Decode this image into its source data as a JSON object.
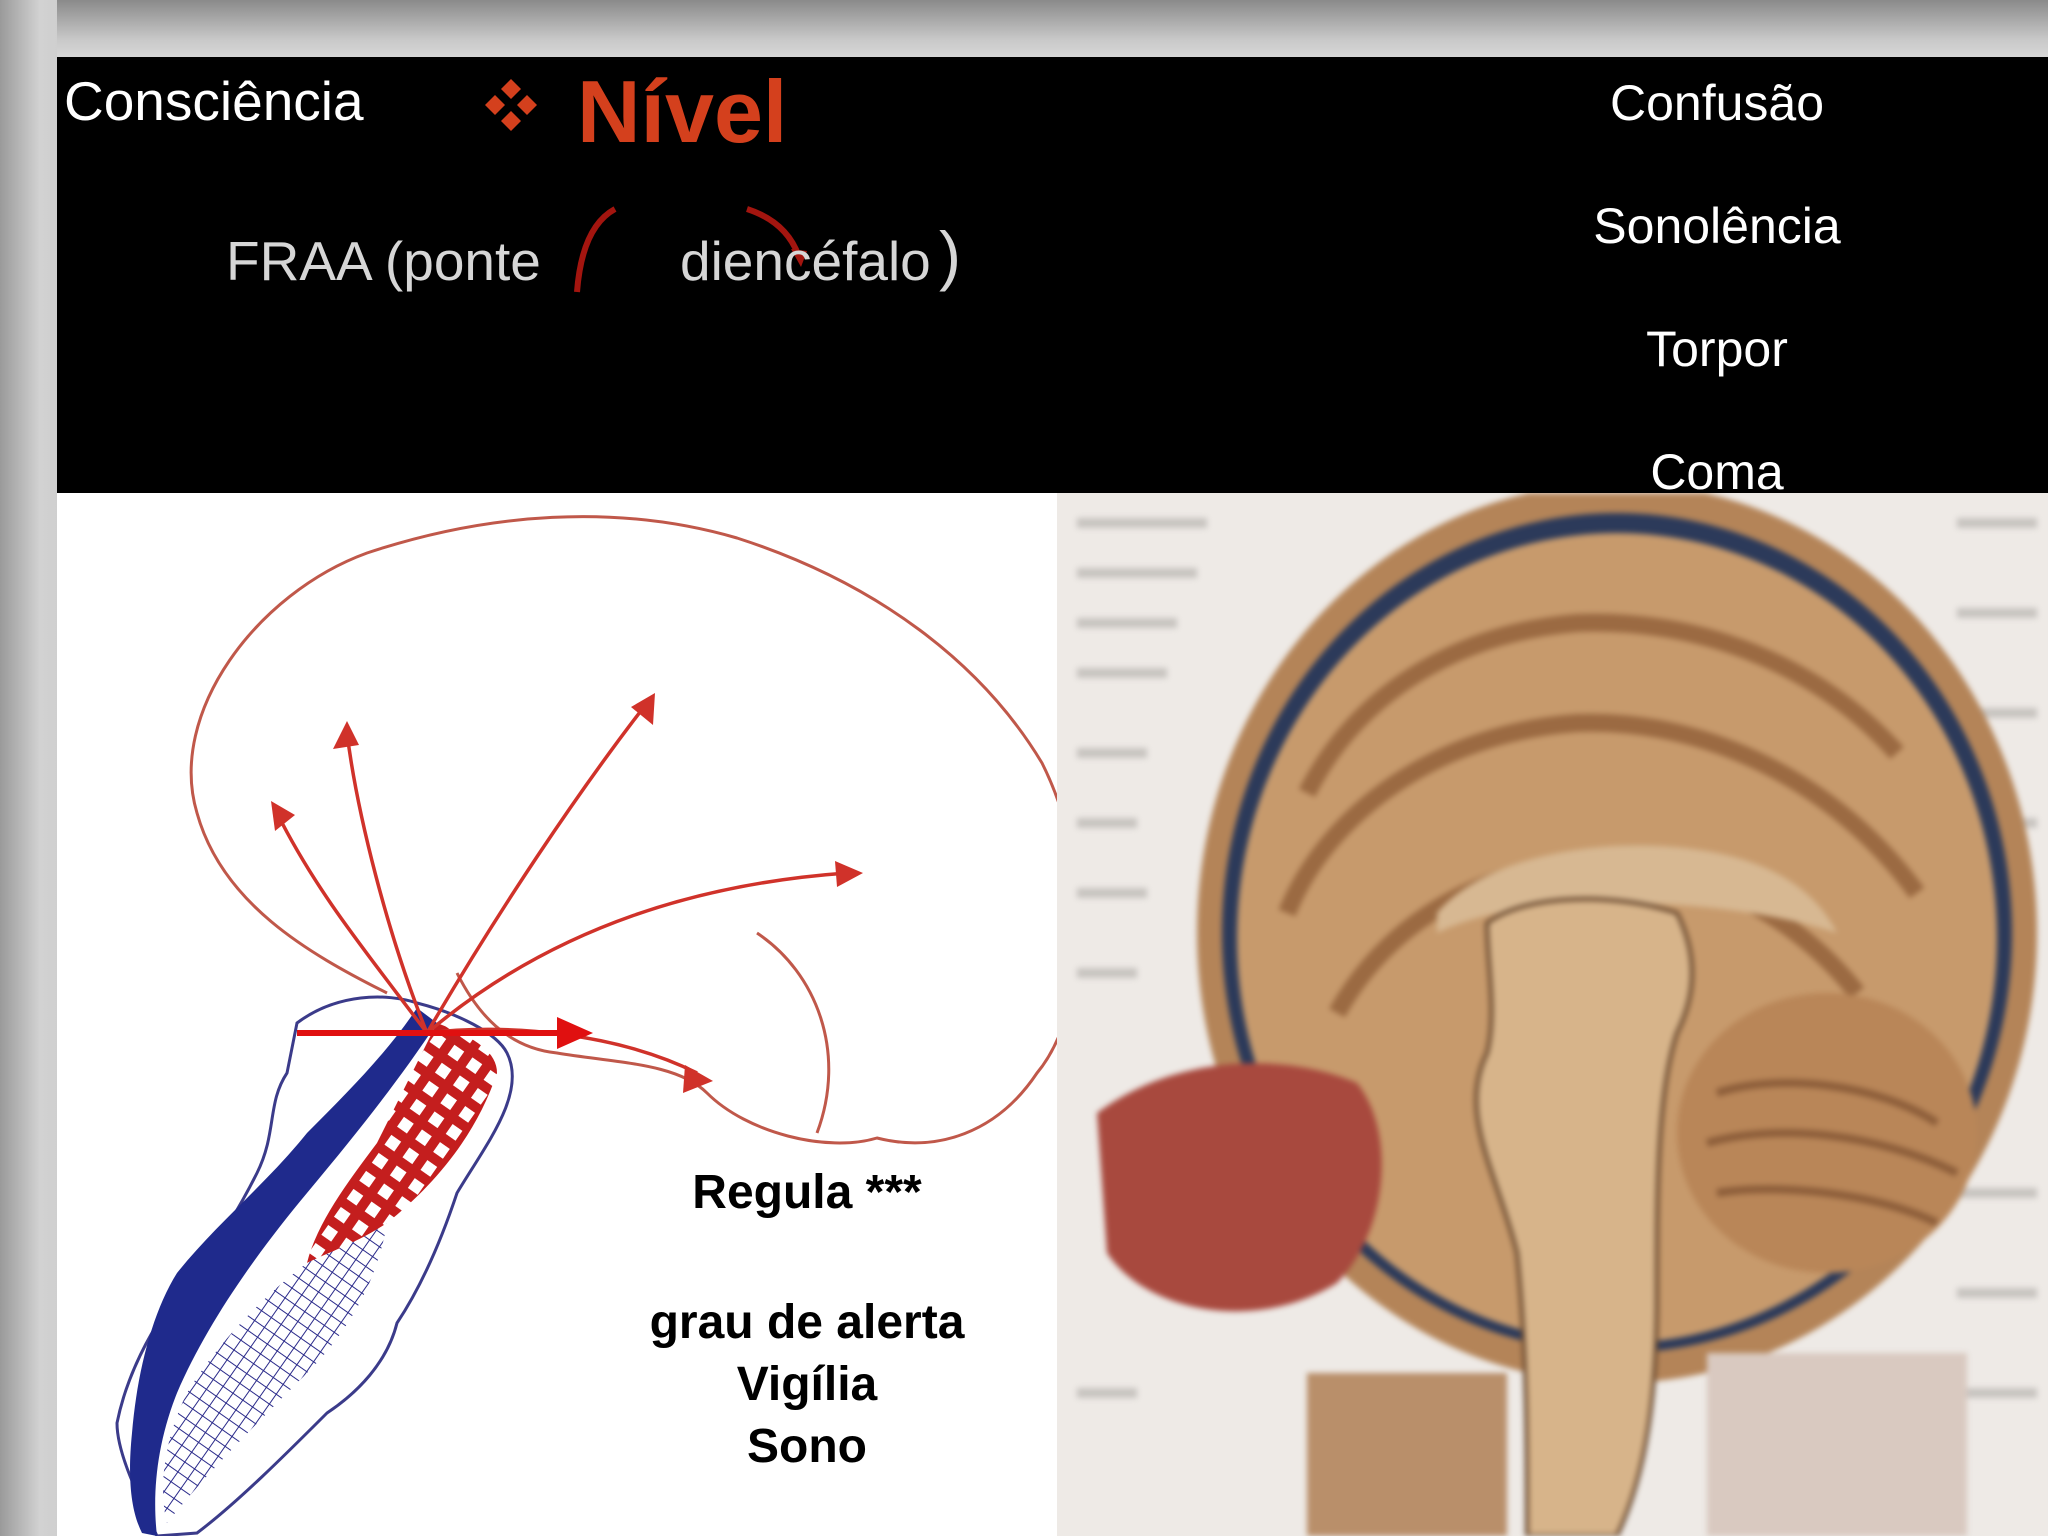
{
  "slide": {
    "title": "Consciência",
    "heading": "Nível",
    "subtitle": {
      "part1": "FRAA (ponte",
      "part2": "diencéfalo",
      "close": ")"
    },
    "levels": [
      "Confusão",
      "Sonolência",
      "Torpor",
      "Coma"
    ],
    "caption": {
      "line1": "Regula ***",
      "line2": "grau de alerta",
      "line3": "Vigília",
      "line4": "Sono"
    }
  },
  "colors": {
    "header_bg": "#000000",
    "heading": "#d4401d",
    "arrows": "#d0322a",
    "brainstem_blue": "#1f2a8c",
    "mesh_red": "#c41e1e"
  },
  "icons": {
    "bullet": "four-diamond-bullet-icon"
  }
}
